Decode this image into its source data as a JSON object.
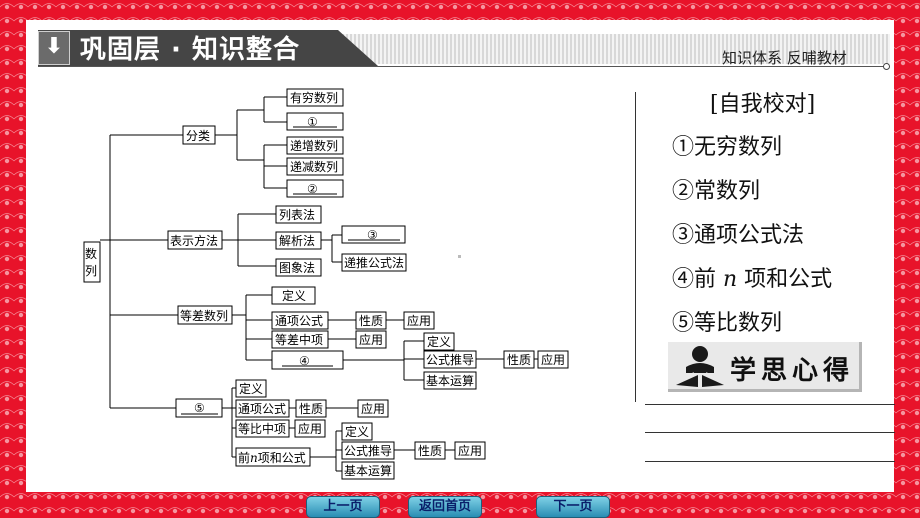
{
  "header": {
    "down_icon": "down-arrow-icon",
    "title": "巩固层 · 知识整合",
    "subtitle": "知识体系  反哺教材"
  },
  "diagram": {
    "root": "数列",
    "classify": {
      "label": "分类",
      "items": [
        "有穷数列",
        "①",
        "递增数列",
        "递减数列",
        "②"
      ]
    },
    "representation": {
      "label": "表示方法",
      "list": "列表法",
      "analytic": "解析法",
      "blank3": "③",
      "recursive": "递推公式法",
      "graph": "图象法"
    },
    "arithmetic": {
      "label": "等差数列",
      "definition": "定义",
      "general_term": "通项公式",
      "property": "性质",
      "application": "应用",
      "mean": "等差中项",
      "mean_application": "应用",
      "blank4": "④",
      "sub_definition": "定义",
      "formula_derivation": "公式推导",
      "basic_operation": "基本运算",
      "sum_property": "性质",
      "sum_application": "应用"
    },
    "geometric": {
      "blank5": "⑤",
      "definition": "定义",
      "general_term": "通项公式",
      "property": "性质",
      "application": "应用",
      "mean": "等比中项",
      "mean_application": "应用",
      "sum_prefix": "前",
      "sum_var": "n",
      "sum_suffix": "项和公式",
      "sub_definition": "定义",
      "formula_derivation": "公式推导",
      "basic_operation": "基本运算",
      "sum_property": "性质",
      "sum_application": "应用"
    }
  },
  "answers": {
    "title": "[自我校对]",
    "a1": "①无穷数列",
    "a2": "②常数列",
    "a3": "③通项公式法",
    "a4_prefix": "④前 ",
    "a4_var": "n",
    "a4_suffix": " 项和公式",
    "a5": "⑤等比数列"
  },
  "badge": {
    "icon": "reading-person-icon",
    "text": "学思心得"
  },
  "nav": {
    "prev": "上一页",
    "home": "返回首页",
    "next": "下一页"
  },
  "colors": {
    "frame": "#e8132a",
    "header_dark": "#454545",
    "nav_button": "#2a8db3"
  }
}
